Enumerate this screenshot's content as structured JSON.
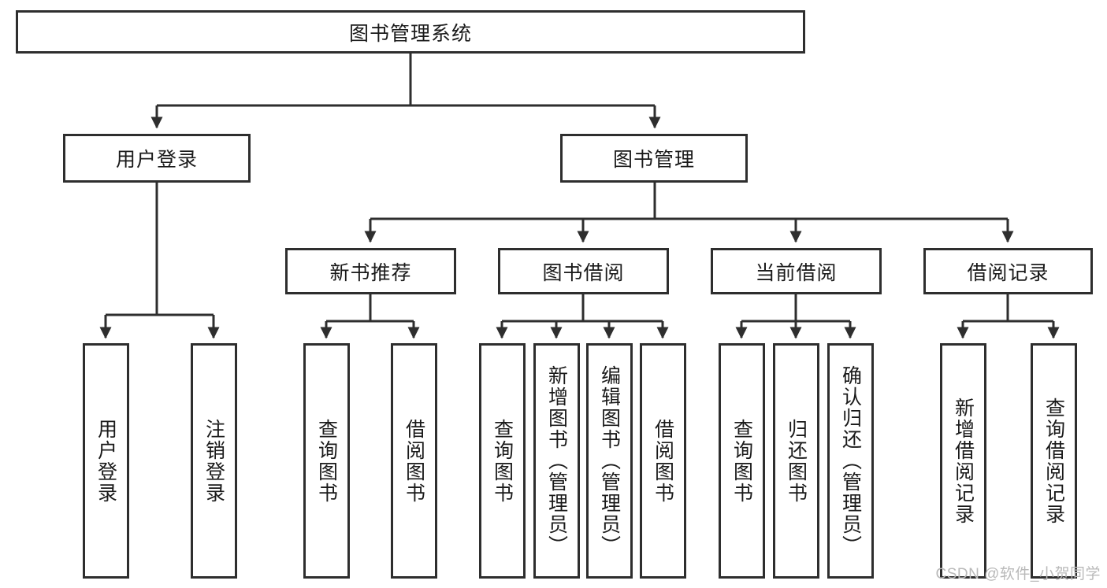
{
  "diagram": {
    "title": "图书管理系统",
    "type": "tree-hierarchy-diagram",
    "colors": {
      "box_border": "#2e2e2e",
      "box_fill": "#ffffff",
      "edge": "#2e2e2e",
      "text": "#1a1a1a",
      "watermark": "#b9b9b9",
      "background": "#ffffff"
    },
    "root": {
      "label": "图书管理系统"
    },
    "level2": [
      {
        "label": "用户登录"
      },
      {
        "label": "图书管理"
      }
    ],
    "level3": [
      {
        "label": "新书推荐"
      },
      {
        "label": "图书借阅"
      },
      {
        "label": "当前借阅"
      },
      {
        "label": "借阅记录"
      }
    ],
    "leaves": {
      "user_login": [
        {
          "label": "用户登录"
        },
        {
          "label": "注销登录"
        }
      ],
      "new_book_recommend": [
        {
          "label": "查询图书"
        },
        {
          "label": "借阅图书"
        }
      ],
      "book_borrow": [
        {
          "label": "查询图书"
        },
        {
          "label": "新增图书（管理员）"
        },
        {
          "label": "编辑图书（管理员）"
        },
        {
          "label": "借阅图书"
        }
      ],
      "current_borrow": [
        {
          "label": "查询图书"
        },
        {
          "label": "归还图书"
        },
        {
          "label": "确认归还（管理员）"
        }
      ],
      "borrow_records": [
        {
          "label": "新增借阅记录"
        },
        {
          "label": "查询借阅记录"
        }
      ]
    }
  },
  "watermark": {
    "text": "CSDN @软件_小贺同学"
  }
}
